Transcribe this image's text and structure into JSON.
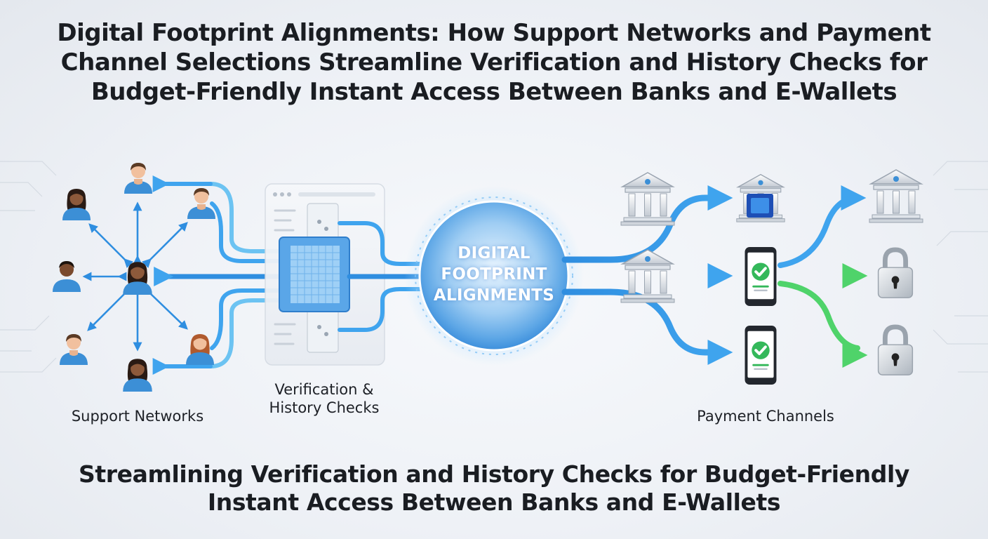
{
  "header": {
    "title_lines": [
      "Digital Footprint Alignments: How Support Networks and Payment",
      "Channel Selections Streamline Verification and History Checks for",
      "Budget-Friendly Instant Access Between Banks and E-Wallets"
    ]
  },
  "hub": {
    "label_lines": [
      "DIGITAL",
      "FOOTPRINT",
      "ALIGNMENTS"
    ]
  },
  "sections": {
    "support_networks": "Support Networks",
    "verification_lines": [
      "Verification &",
      "History Checks"
    ],
    "payment_channels": "Payment Channels"
  },
  "footer": {
    "subtitle_lines": [
      "Streamlining Verification and History Checks for Budget-Friendly",
      "Instant Access Between Banks and E-Wallets"
    ]
  },
  "icons": {
    "people": [
      "person-icon",
      "person-icon",
      "person-icon",
      "person-icon",
      "person-icon",
      "person-icon",
      "person-icon",
      "person-icon",
      "person-icon"
    ],
    "channels": [
      "bank-icon",
      "bank-icon",
      "bank-icon",
      "bank-icon",
      "phone-check-icon",
      "phone-check-icon",
      "lock-icon",
      "lock-icon"
    ]
  },
  "colors": {
    "flow_blue": "#2f8ee0",
    "flow_light": "#6cc3f2",
    "flow_green": "#4fd36a",
    "check_green": "#34b85a",
    "hub_glow": "#bfe3ff"
  }
}
